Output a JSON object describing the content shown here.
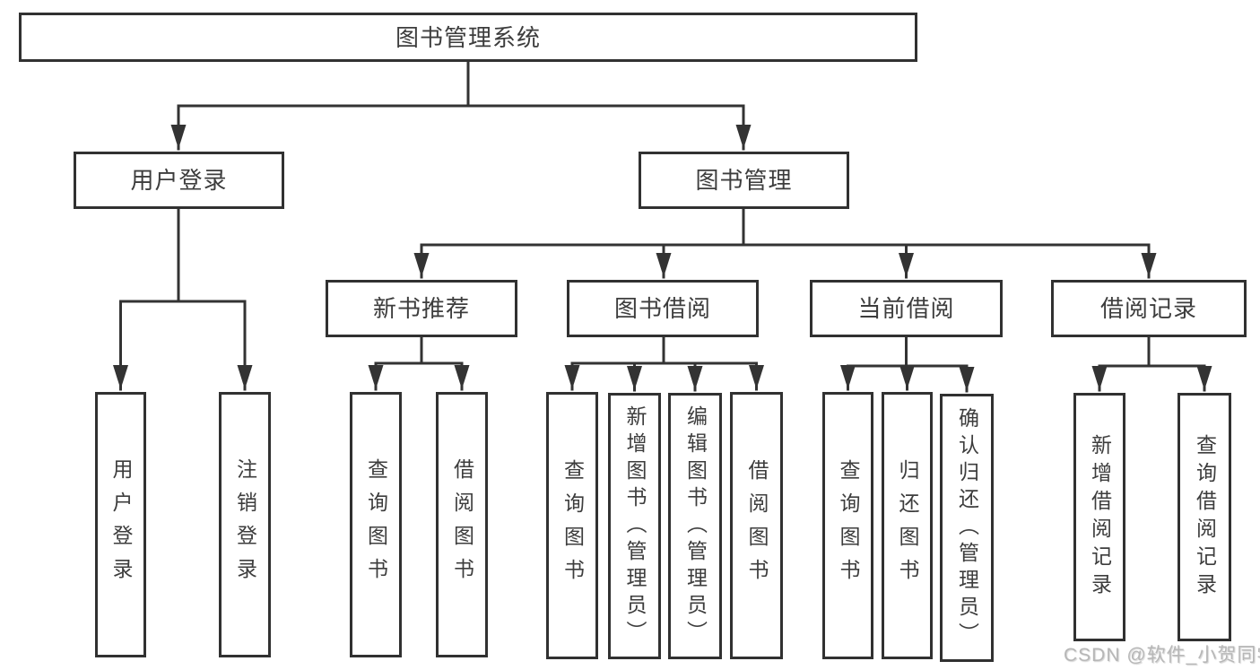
{
  "diagram": {
    "title": "图书管理系统",
    "watermark": "CSDN @软件_小贺同学",
    "colors": {
      "line": "#333333",
      "box_border": "#313131",
      "text": "#3d3d3d",
      "background": "#ffffff",
      "watermark": "#b7b7b7"
    },
    "tree": {
      "label": "图书管理系统",
      "children": [
        {
          "label": "用户登录",
          "children": [
            {
              "label": "用户登录"
            },
            {
              "label": "注销登录"
            }
          ]
        },
        {
          "label": "图书管理",
          "children": [
            {
              "label": "新书推荐",
              "children": [
                {
                  "label": "查询图书"
                },
                {
                  "label": "借阅图书"
                }
              ]
            },
            {
              "label": "图书借阅",
              "children": [
                {
                  "label": "查询图书"
                },
                {
                  "label": "新增图书（管理员）"
                },
                {
                  "label": "编辑图书（管理员）"
                },
                {
                  "label": "借阅图书"
                }
              ]
            },
            {
              "label": "当前借阅",
              "children": [
                {
                  "label": "查询图书"
                },
                {
                  "label": "归还图书"
                },
                {
                  "label": "确认归还（管理员）"
                }
              ]
            },
            {
              "label": "借阅记录",
              "children": [
                {
                  "label": "新增借阅记录"
                },
                {
                  "label": "查询借阅记录"
                }
              ]
            }
          ]
        }
      ]
    }
  }
}
